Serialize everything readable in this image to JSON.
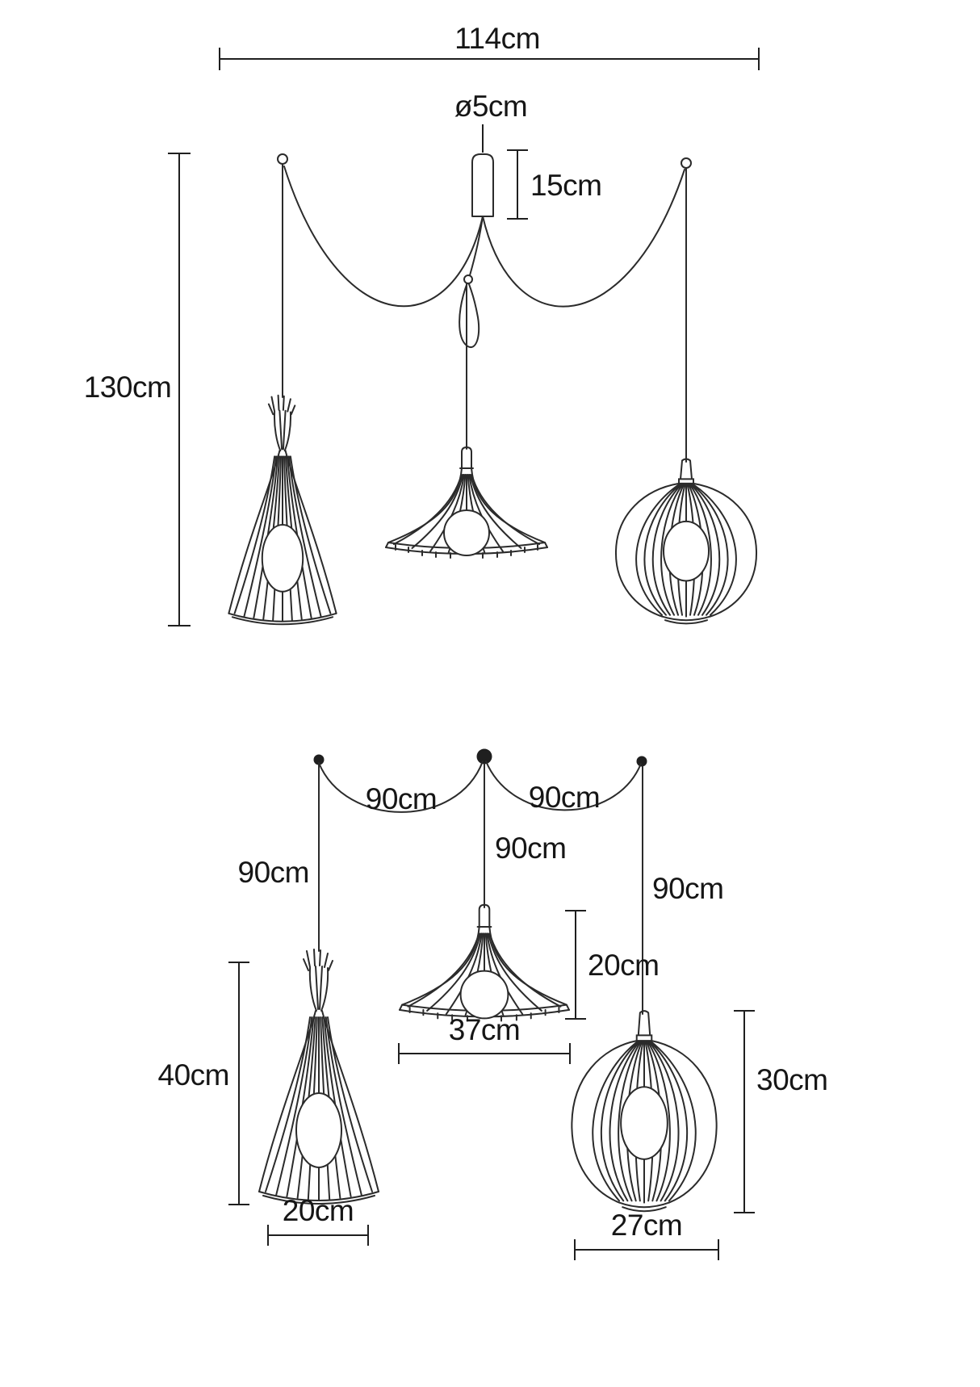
{
  "top_view": {
    "total_width": "114cm",
    "canopy_diameter": "ø5cm",
    "canopy_height": "15cm",
    "total_height": "130cm"
  },
  "bottom_view": {
    "span_left": "90cm",
    "span_right": "90cm",
    "drop_left": "90cm",
    "drop_middle": "90cm",
    "drop_right": "90cm",
    "cone_shade": {
      "height": "40cm",
      "width": "20cm"
    },
    "trumpet_shade": {
      "height": "20cm",
      "width": "37cm"
    },
    "globe_shade": {
      "height": "30cm",
      "width": "27cm"
    }
  }
}
